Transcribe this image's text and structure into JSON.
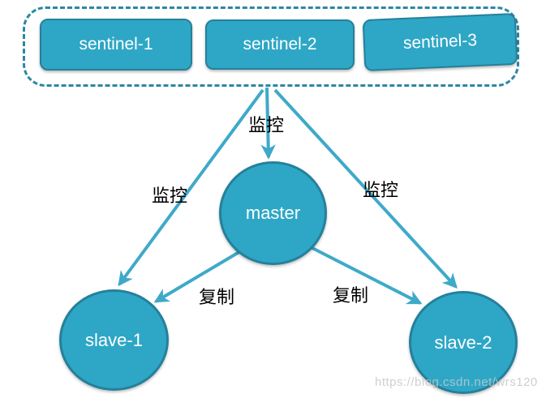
{
  "diagram": {
    "title_implied": "redis sentinel topology",
    "sentinel_group": {
      "items": [
        {
          "label": "sentinel-1"
        },
        {
          "label": "sentinel-2"
        },
        {
          "label": "sentinel-3"
        }
      ]
    },
    "nodes": {
      "master": "master",
      "slave1": "slave-1",
      "slave2": "slave-2"
    },
    "edges": [
      {
        "from": "sentinel-group",
        "to": "master",
        "label": "监控"
      },
      {
        "from": "sentinel-group",
        "to": "slave-1",
        "label": "监控"
      },
      {
        "from": "sentinel-group",
        "to": "slave-2",
        "label": "监控"
      },
      {
        "from": "master",
        "to": "slave-1",
        "label": "复制"
      },
      {
        "from": "master",
        "to": "slave-2",
        "label": "复制"
      }
    ],
    "colors": {
      "shape_fill": "#2ea7c6",
      "shape_border": "#25809b",
      "arrow": "#3fa9c9",
      "dashed_border": "#2b87a3",
      "label_text": "#000000",
      "node_text": "#ffffff"
    },
    "watermark": "https://blog.csdn.net/wrs120"
  }
}
